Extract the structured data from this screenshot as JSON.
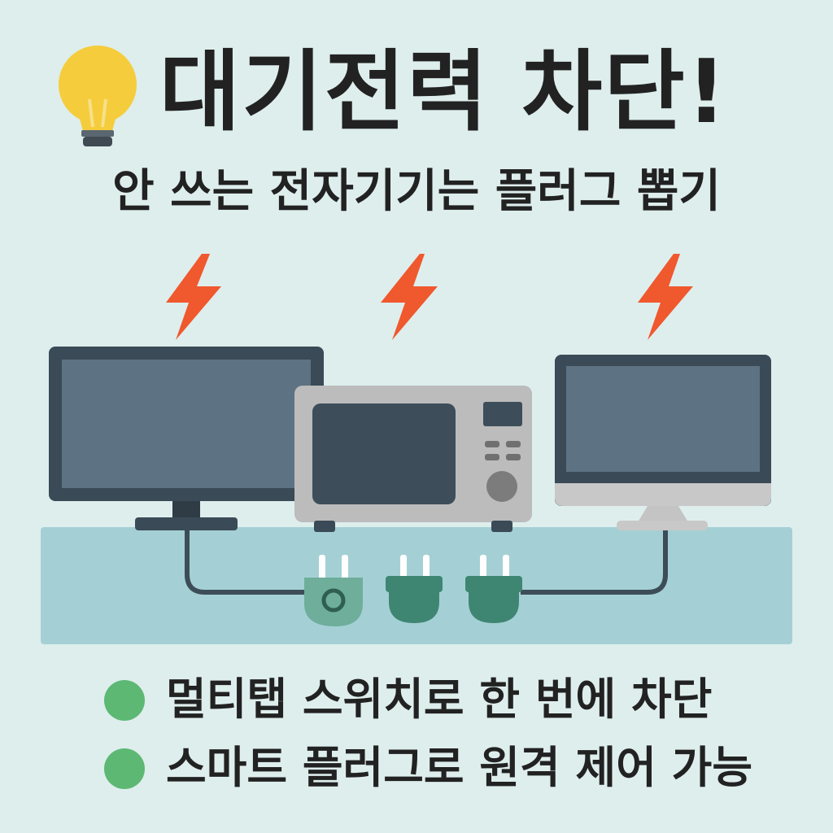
{
  "header": {
    "title": "대기전력 차단!",
    "subtitle": "안 쓰는 전자기기는 플러그 뽑기",
    "icon": "lightbulb-icon"
  },
  "illustration": {
    "devices": [
      "tv-icon",
      "microwave-icon",
      "monitor-icon"
    ],
    "power_symbols": [
      "lightning-icon",
      "lightning-icon",
      "lightning-icon"
    ],
    "plugs": [
      "plug-icon",
      "plug-icon",
      "plug-icon"
    ]
  },
  "tips": [
    {
      "text": "멀티탭 스위치로 한 번에 차단",
      "icon": "bullet-dot"
    },
    {
      "text": "스마트 플러그로 원격 제어 가능",
      "icon": "bullet-dot"
    }
  ],
  "colors": {
    "background": "#deeeed",
    "shelf": "#a4d0d5",
    "lightning": "#f0582e",
    "bulb": "#f5cd3c",
    "plug": "#3f8672",
    "bullet": "#5db874",
    "screen_frame": "#3a4a56",
    "screen": "#5d7282"
  }
}
